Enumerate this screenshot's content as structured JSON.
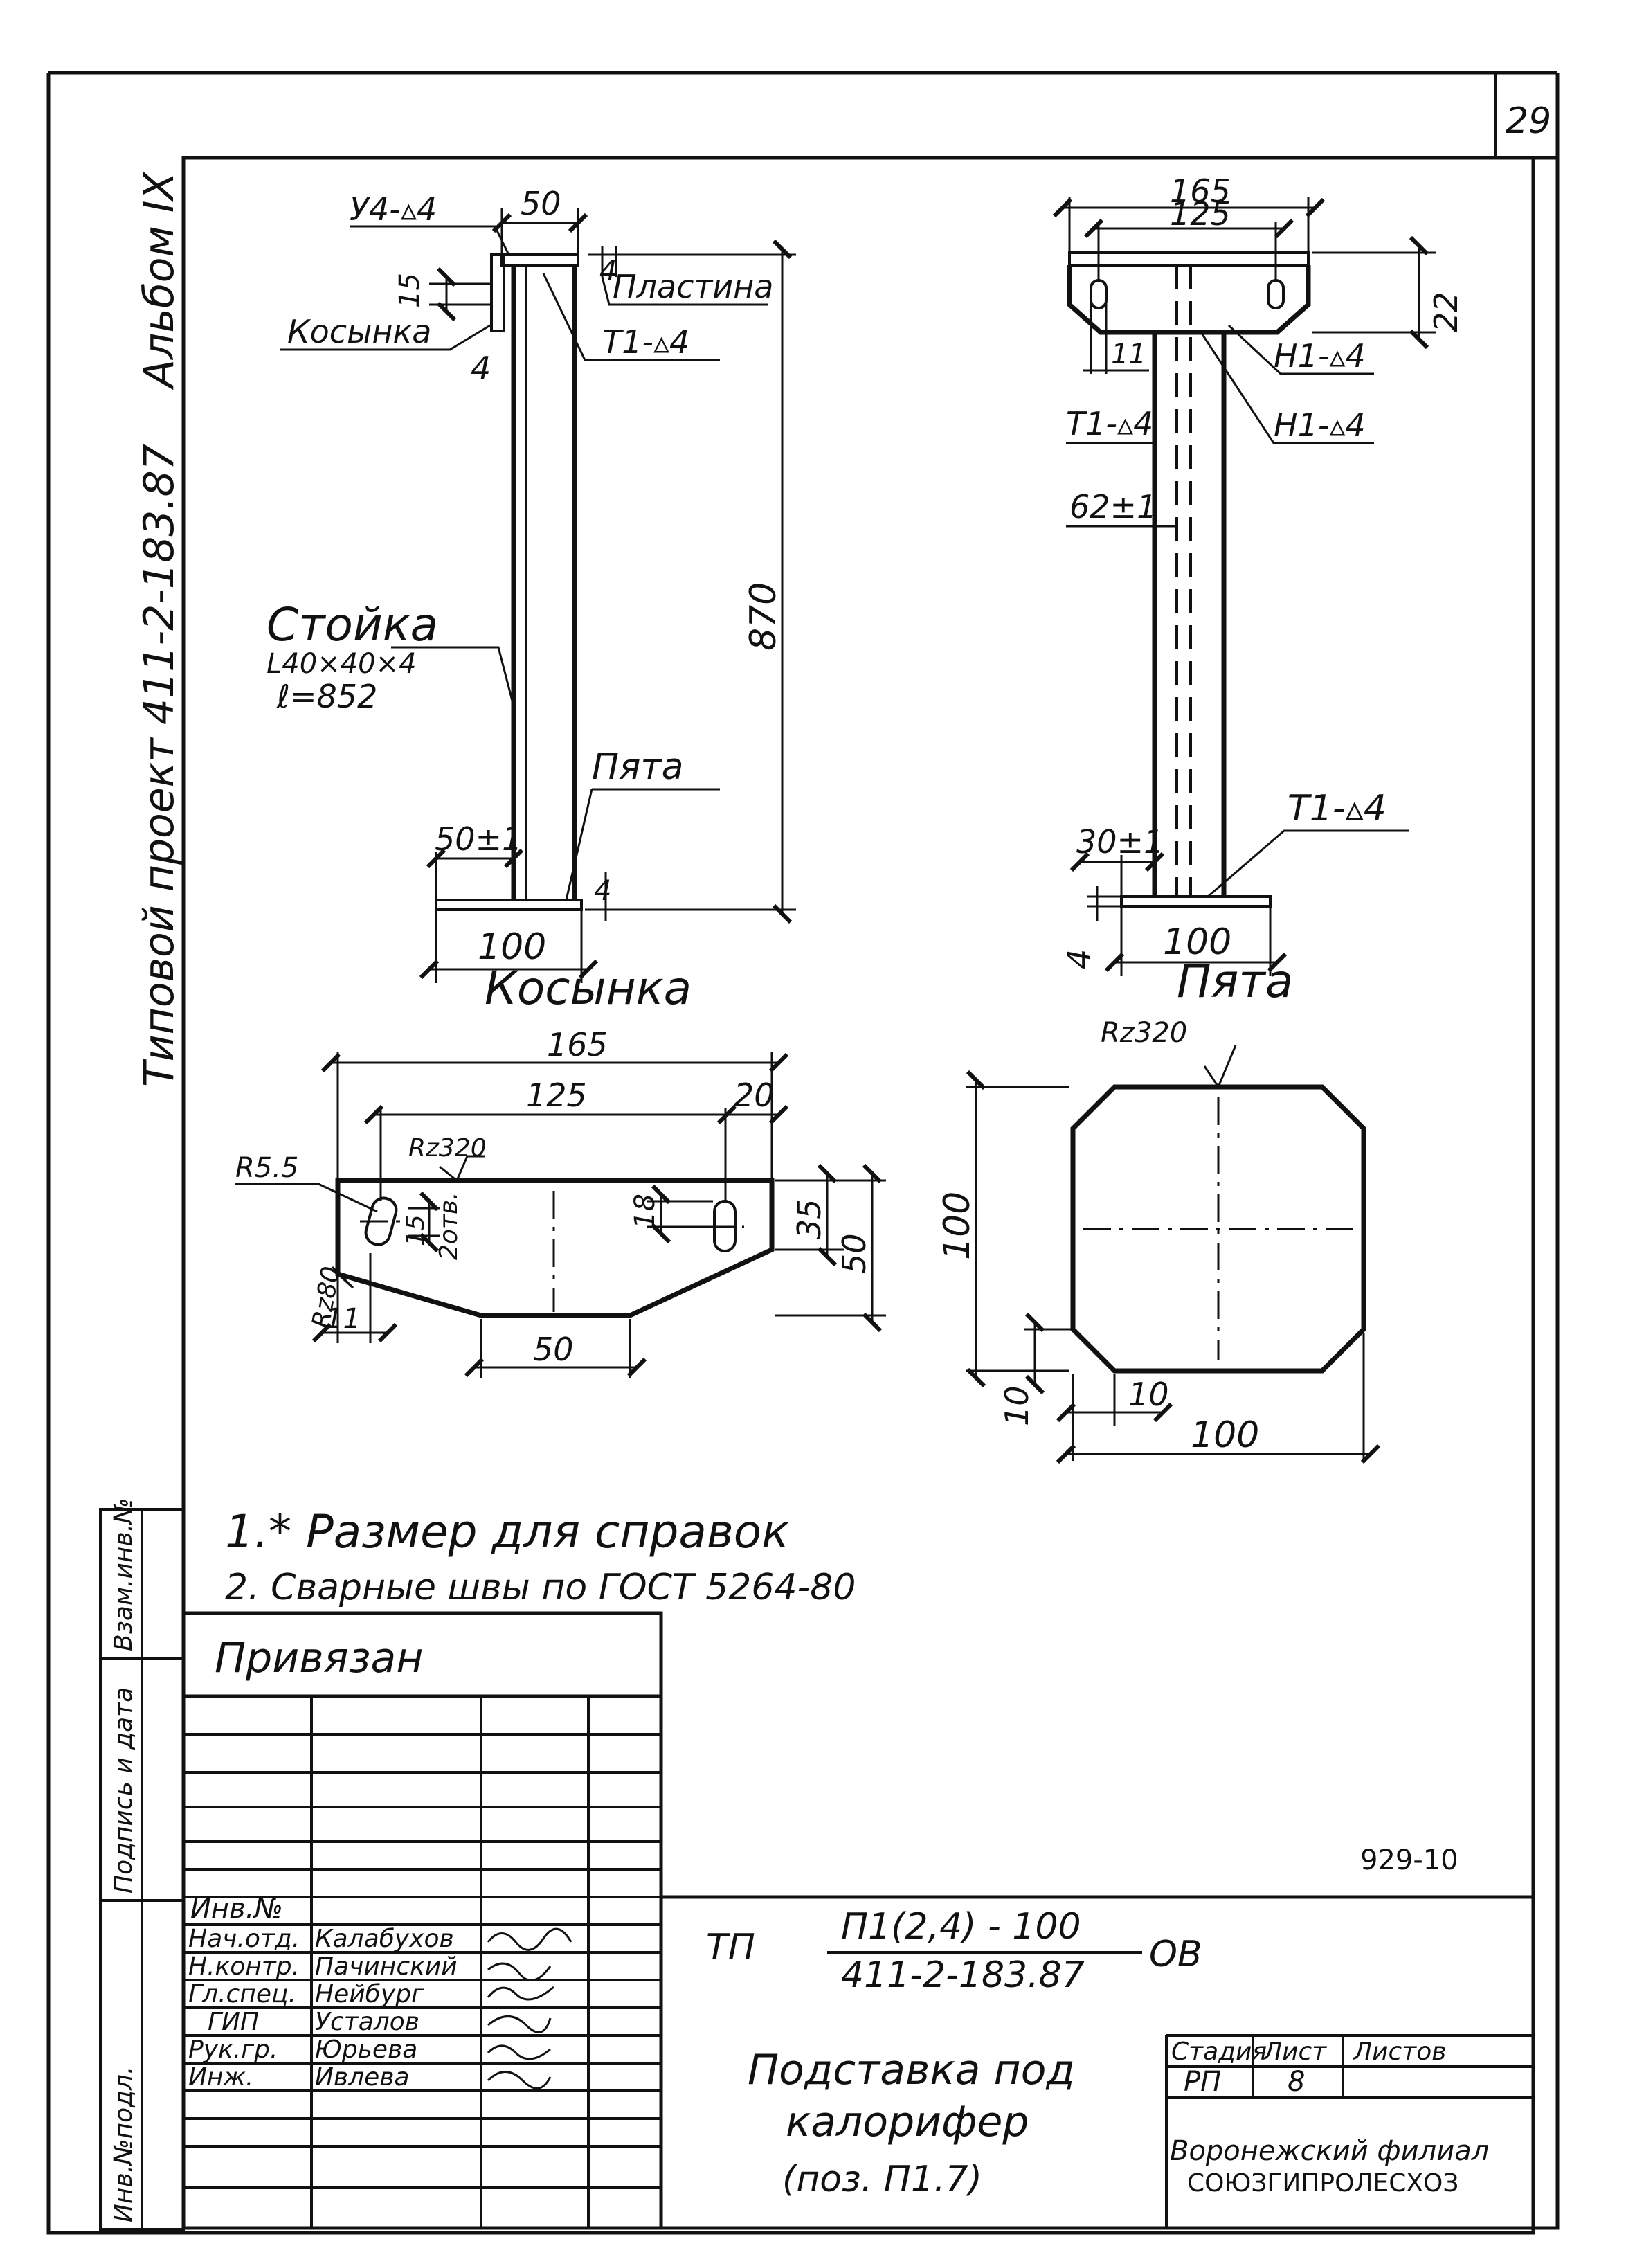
{
  "sheet": {
    "number": "29",
    "side_album": "Альбом IX",
    "side_project": "Типовой проект 411-2-183.87",
    "side_fields": [
      "Инв.№подл.",
      "Подпись и дата",
      "Взам.инв.№"
    ]
  },
  "view_left": {
    "dim_top": "50",
    "weld_top": "У4-▵4",
    "dim_15": "15",
    "dim_4_top": "4",
    "dim_4_side": "4",
    "label_kosynka": "Косынка",
    "label_plastina": "Пластина",
    "weld_t1": "Т1-▵4",
    "label_stoyka": "Стойка",
    "stoyka_profile": "L40×40×4",
    "stoyka_length": "ℓ=852",
    "dim_height": "870",
    "label_pyata": "Пята",
    "dim_50pm1": "50±1",
    "dim_4_bottom": "4",
    "dim_100": "100"
  },
  "view_right": {
    "dim_165": "165",
    "dim_125": "125",
    "dim_22": "22",
    "dim_11": "11",
    "weld_h1_a": "Н1-▵4",
    "weld_h1_b": "Н1-▵4",
    "weld_t1_a": "Т1-▵4",
    "dim_62pm1": "62±1",
    "weld_t1_b": "Т1-▵4",
    "dim_30pm1": "30±1",
    "dim_4": "4",
    "dim_100": "100"
  },
  "detail_kosynka": {
    "title": "Косынка",
    "dim_165": "165",
    "dim_125": "125",
    "dim_20": "20",
    "radius": "R5.5",
    "rough_top": "Rz320",
    "rough_side": "Rz80",
    "dim_15": "15",
    "holes": "2отв.",
    "dim_18": "18",
    "dim_35": "35",
    "dim_50_right": "50",
    "dim_11": "11",
    "dim_50_bottom": "50"
  },
  "detail_pyata": {
    "title": "Пята",
    "rough": "Rz320",
    "dim_100_left": "100",
    "dim_10_vert": "10",
    "dim_10_horiz": "10",
    "dim_100_bottom": "100"
  },
  "notes": [
    "1.* Размер для справок",
    "2. Сварные швы по ГОСТ 5264-80"
  ],
  "stamp": {
    "privyazan": "Привязан",
    "inv_label": "Инв.№",
    "doc_number": "929-10",
    "code_prefix": "ТП",
    "code_numerator": "П1(2,4) - 100",
    "code_denominator": "411-2-183.87",
    "code_suffix": "ОВ",
    "people": [
      {
        "role": "Нач.отд.",
        "name": "Калабухов"
      },
      {
        "role": "Н.контр.",
        "name": "Пачинский"
      },
      {
        "role": "Гл.спец.",
        "name": "Нейбург"
      },
      {
        "role": "ГИП",
        "name": "Усталов"
      },
      {
        "role": "Рук.гр.",
        "name": "Юрьева"
      },
      {
        "role": "Инж.",
        "name": "Ивлева"
      }
    ],
    "title_line1": "Подставка под",
    "title_line2": "калорифер",
    "title_line3": "(поз. П1.7)",
    "col_stage": "Стадия",
    "col_sheet": "Лист",
    "col_sheets": "Листов",
    "stage": "РП",
    "sheet": "8",
    "org_line1": "Воронежский филиал",
    "org_line2": "СОЮЗГИПРОЛЕСХОЗ"
  }
}
